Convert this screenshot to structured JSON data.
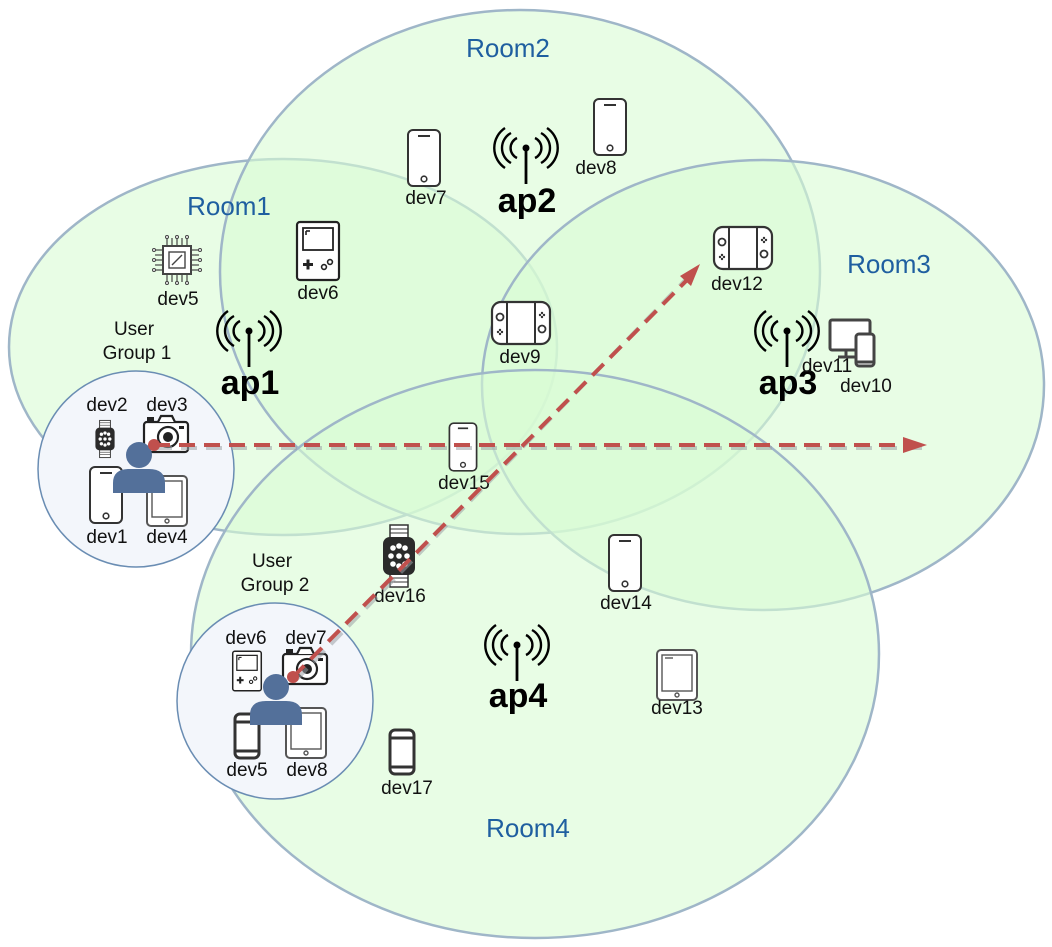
{
  "rooms": {
    "room1": "Room1",
    "room2": "Room2",
    "room3": "Room3",
    "room4": "Room4"
  },
  "access_points": {
    "ap1": "ap1",
    "ap2": "ap2",
    "ap3": "ap3",
    "ap4": "ap4"
  },
  "devices": {
    "dev5": "dev5",
    "dev6": "dev6",
    "dev7": "dev7",
    "dev8": "dev8",
    "dev9": "dev9",
    "dev10": "dev10",
    "dev11": "dev11",
    "dev12": "dev12",
    "dev13": "dev13",
    "dev14": "dev14",
    "dev15": "dev15",
    "dev16": "dev16",
    "dev17": "dev17"
  },
  "group1": {
    "title_line1": "User",
    "title_line2": "Group 1",
    "devices": [
      "dev2",
      "dev3",
      "dev1",
      "dev4"
    ]
  },
  "group2": {
    "title_line1": "User",
    "title_line2": "Group 2",
    "devices": [
      "dev6",
      "dev7",
      "dev5",
      "dev8"
    ]
  },
  "colors": {
    "room_fill": "#d9fbd4",
    "room_stroke": "#9fb6c8",
    "room_label": "#1f5fa0",
    "group_fill": "#f3f6fb",
    "group_stroke": "#6a8db3",
    "trajectory": "#c0504d",
    "person": "#53709a"
  }
}
